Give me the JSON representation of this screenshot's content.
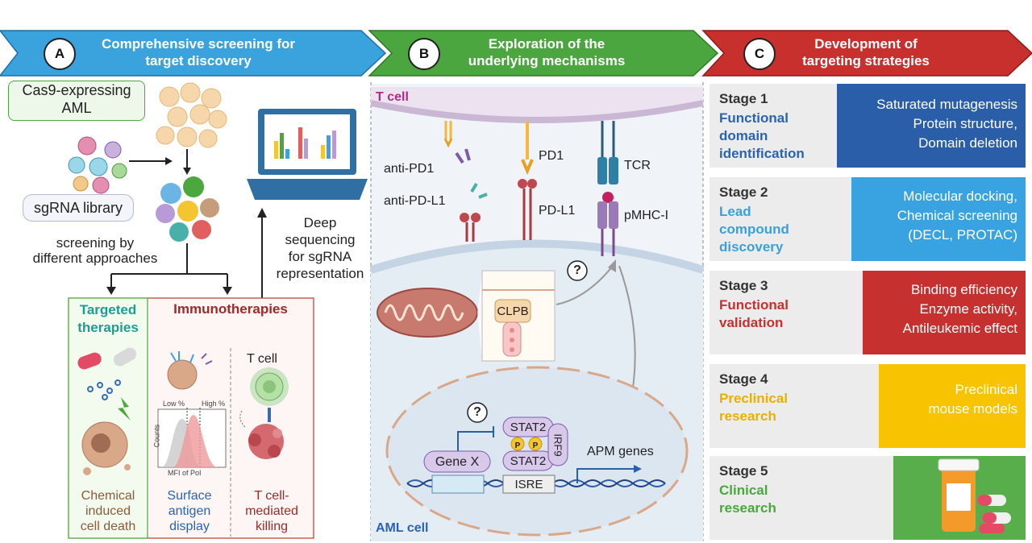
{
  "panel_a": {
    "circle": "A",
    "title_line1": "Comprehensive screening for",
    "title_line2": "target discovery",
    "cas9_line1": "Cas9-expressing",
    "cas9_line2": "AML",
    "sgrna": "sgRNA library",
    "screening_line1": "screening by",
    "screening_line2": "different approaches",
    "deep_line1": "Deep",
    "deep_line2": "sequencing",
    "deep_line3": "for sgRNA",
    "deep_line4": "representation",
    "targeted_line1": "Targeted",
    "targeted_line2": "therapies",
    "immuno": "Immunotherapies",
    "tcell": "T cell",
    "low": "Low %",
    "high": "High %",
    "counts": "Counts",
    "mfi": "MFI of PoI",
    "chem_line1": "Chemical",
    "chem_line2": "induced",
    "chem_line3": "cell death",
    "surf_line1": "Surface",
    "surf_line2": "antigen",
    "surf_line3": "display",
    "tkill_line1": "T cell-",
    "tkill_line2": "mediated",
    "tkill_line3": "killing"
  },
  "panel_b": {
    "circle": "B",
    "title_line1": "Exploration of the",
    "title_line2": "underlying mechanisms",
    "tcell": "T cell",
    "anti_pd1": "anti-PD1",
    "anti_pdl1": "anti-PD-L1",
    "pd1": "PD1",
    "pdl1": "PD-L1",
    "tcr": "TCR",
    "pmhc": "pMHC-I",
    "clpb": "CLPB",
    "question": "?",
    "stat2_a": "STAT2",
    "stat2_b": "STAT2",
    "irf9": "IRF9",
    "p": "P",
    "genex": "Gene X",
    "isre": "ISRE",
    "apm": "APM genes",
    "aml": "AML cell"
  },
  "panel_c": {
    "circle": "C",
    "title_line1": "Development of",
    "title_line2": "targeting strategies",
    "stages": [
      {
        "title": "Stage 1",
        "sub1": "Functional",
        "sub2": "domain",
        "sub3": "identification",
        "color": "#2a63b1",
        "box_color": "#2a5ea8",
        "b1": "Saturated mutagenesis",
        "b2": "Protein structure,",
        "b3": "Domain deletion"
      },
      {
        "title": "Stage 2",
        "sub1": "Lead",
        "sub2": "compound",
        "sub3": "discovery",
        "color": "#3aa0dc",
        "box_color": "#38a3e0",
        "b1": "Molecular docking,",
        "b2": "Chemical screening",
        "b3": "(DECL, PROTAC)"
      },
      {
        "title": "Stage 3",
        "sub1": "Functional",
        "sub2": "validation",
        "color": "#c8302e",
        "box_color": "#c6312f",
        "b1": "Binding efficiency",
        "b2": "Enzyme activity,",
        "b3": "Antileukemic effect"
      },
      {
        "title": "Stage 4",
        "sub1": "Preclinical",
        "sub2": "research",
        "color": "#e8b000",
        "box_color": "#f8c300",
        "b1": "Preclinical",
        "b2": "mouse models"
      },
      {
        "title": "Stage 5",
        "sub1": "Clinical",
        "sub2": "research",
        "color": "#48a83c",
        "box_color": "#4aa83c",
        "rx": "Rx"
      }
    ]
  }
}
